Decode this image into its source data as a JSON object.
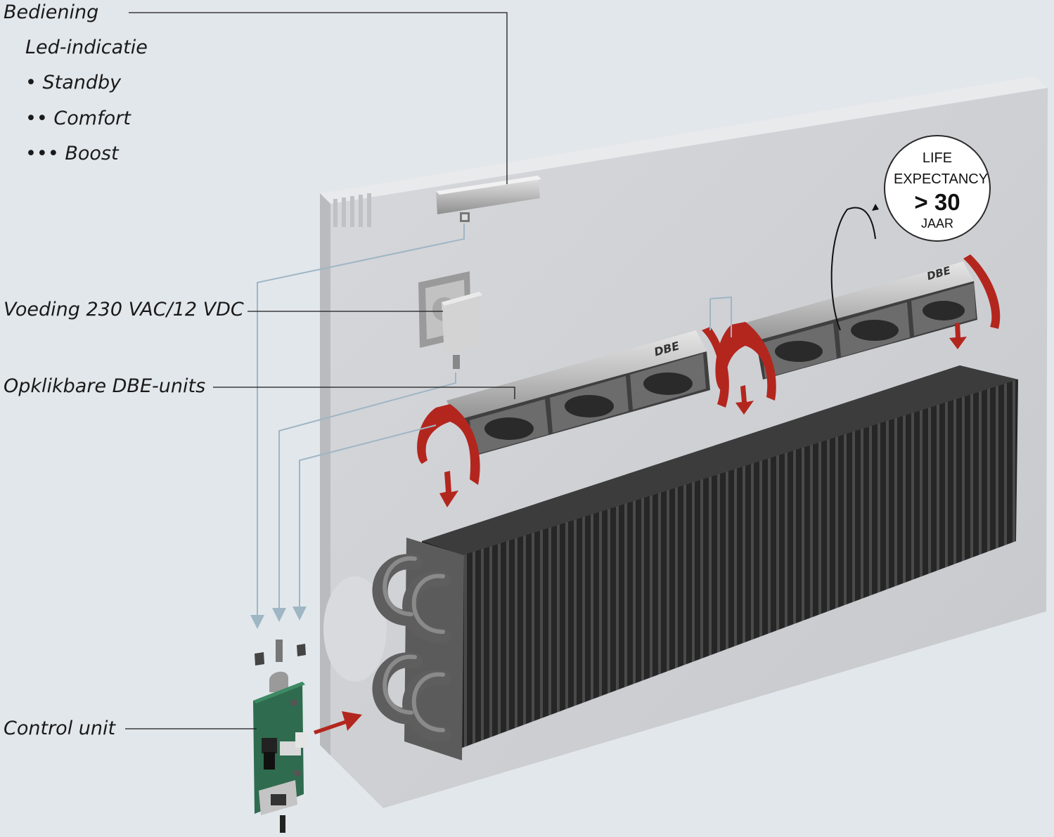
{
  "labels": {
    "bediening": "Bediening",
    "led_indicatie": "Led-indicatie",
    "standby": "• Standby",
    "comfort": "•• Comfort",
    "boost": "••• Boost",
    "voeding": "Voeding 230 VAC/12 VDC",
    "opklikbare": "Opklikbare DBE-units",
    "control_unit": "Control unit"
  },
  "badge": {
    "line1": "LIFE",
    "line2": "EXPECTANCY",
    "line3": "> 30",
    "line4": "JAAR"
  },
  "fan_brand": "DBE",
  "colors": {
    "background": "#e2e7ec",
    "panel": "#cfd1d5",
    "accent_red": "#b3261e",
    "cable": "#9fb6c4",
    "heat_exchanger": "#2a2a2a"
  }
}
